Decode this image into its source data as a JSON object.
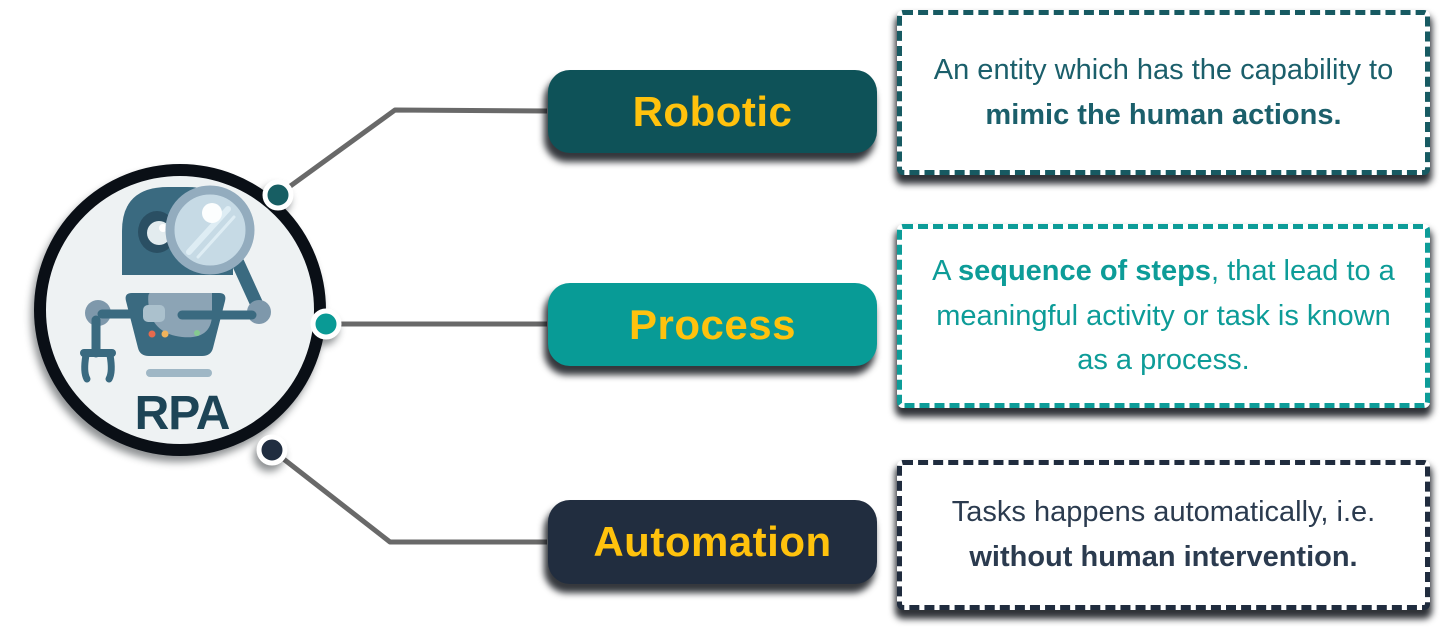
{
  "diagram": {
    "title_acronym": "RPA",
    "hub": {
      "label": "RPA",
      "illustration": "robot-with-magnifying-glass",
      "circle_fill": "#EEF2F3",
      "ring_color": "#0A0F16",
      "label_color": "#1D4456"
    },
    "connector_color": "#696969",
    "branch_label_color": "#FFC20D",
    "branches": [
      {
        "label": "Robotic",
        "box_color": "#0E5258",
        "dot_color": "#175E63",
        "definition": {
          "pre": "An entity which has the capability to ",
          "bold": "mimic the human actions.",
          "post": "",
          "text_color": "#1B5F6B",
          "border_color": "#175A62"
        }
      },
      {
        "label": "Process",
        "box_color": "#089B96",
        "dot_color": "#0A9A95",
        "definition": {
          "pre": "A ",
          "bold": "sequence of steps",
          "post": ", that lead to a meaningful activity or task is known as a process.",
          "text_color": "#0D9C98",
          "border_color": "#0D9C98"
        }
      },
      {
        "label": "Automation",
        "box_color": "#212D3F",
        "dot_color": "#202D40",
        "definition": {
          "pre": "Tasks happens automatically, i.e. ",
          "bold": "without human intervention.",
          "post": "",
          "text_color": "#2B3B4F",
          "border_color": "#202C3E"
        }
      }
    ]
  }
}
